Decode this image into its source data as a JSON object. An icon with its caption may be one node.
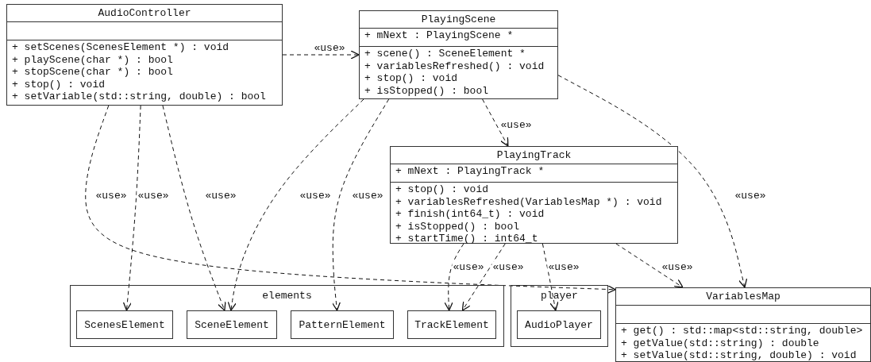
{
  "diagram": {
    "nodes": [
      {
        "text": [
          "AudioController",
          "+ setScenes(ScenesElement *) : void",
          "+ playScene(char *) : bool",
          "+ stopScene(char *) : bool",
          "+ stop() : void",
          "+ setVariable(std::string, double) : bool"
        ]
      },
      {
        "text": [
          "PlayingScene",
          "+ mNext : PlayingScene *",
          "+ scene() : SceneElement *",
          "+ variablesRefreshed() : void",
          "+ stop() : void",
          "+ isStopped() : bool"
        ]
      },
      {
        "text": [
          "PlayingTrack",
          "+ mNext : PlayingTrack *",
          "+ stop() : void",
          "+ variablesRefreshed(VariablesMap *) : void",
          "+ finish(int64_t) : void",
          "+ isStopped() : bool",
          "+ startTime() : int64_t"
        ]
      },
      {
        "text": [
          "elements"
        ]
      },
      {
        "text": [
          "ScenesElement"
        ],
        "in": 3
      },
      {
        "text": [
          "SceneElement"
        ],
        "in": 3
      },
      {
        "text": [
          "PatternElement"
        ],
        "in": 3
      },
      {
        "text": [
          "TrackElement"
        ],
        "in": 3
      },
      {
        "text": [
          "player"
        ]
      },
      {
        "text": [
          "AudioPlayer"
        ],
        "in": 8
      },
      {
        "text": [
          "VariablesMap",
          "+ get() : std::map<std::string, double>",
          "+ getValue(std::string) : double",
          "+ setValue(std::string, double) : void"
        ]
      }
    ],
    "edges": [
      {
        "from": 0,
        "to": 1,
        "arrow": "to",
        "label": "«use»",
        "style": "dashed"
      },
      {
        "from": 0,
        "to": 4,
        "arrow": "to",
        "label": "«use»",
        "style": "dashed"
      },
      {
        "from": 0,
        "to": 5,
        "arrow": "to",
        "label": "«use»",
        "style": "dashed"
      },
      {
        "from": 0,
        "to": 10,
        "arrow": "to",
        "label": "«use»",
        "style": "dashed"
      },
      {
        "from": 1,
        "to": 5,
        "arrow": "to",
        "label": "«use»",
        "style": "dashed"
      },
      {
        "from": 1,
        "to": 6,
        "arrow": "to",
        "label": "«use»",
        "style": "dashed"
      },
      {
        "from": 1,
        "to": 2,
        "arrow": "to",
        "label": "«use»",
        "style": "dashed"
      },
      {
        "from": 1,
        "to": 10,
        "arrow": "to",
        "label": "«use»",
        "style": "dashed"
      },
      {
        "from": 2,
        "to": 7,
        "arrow": "to",
        "label": "«use»",
        "style": "dashed"
      },
      {
        "from": 2,
        "to": 7,
        "arrow": "to",
        "label": "«use»",
        "style": "dashed"
      },
      {
        "from": 2,
        "to": 9,
        "arrow": "to",
        "label": "«use»",
        "style": "dashed"
      },
      {
        "from": 2,
        "to": 10,
        "arrow": "to",
        "label": "«use»",
        "style": "dashed"
      }
    ]
  }
}
